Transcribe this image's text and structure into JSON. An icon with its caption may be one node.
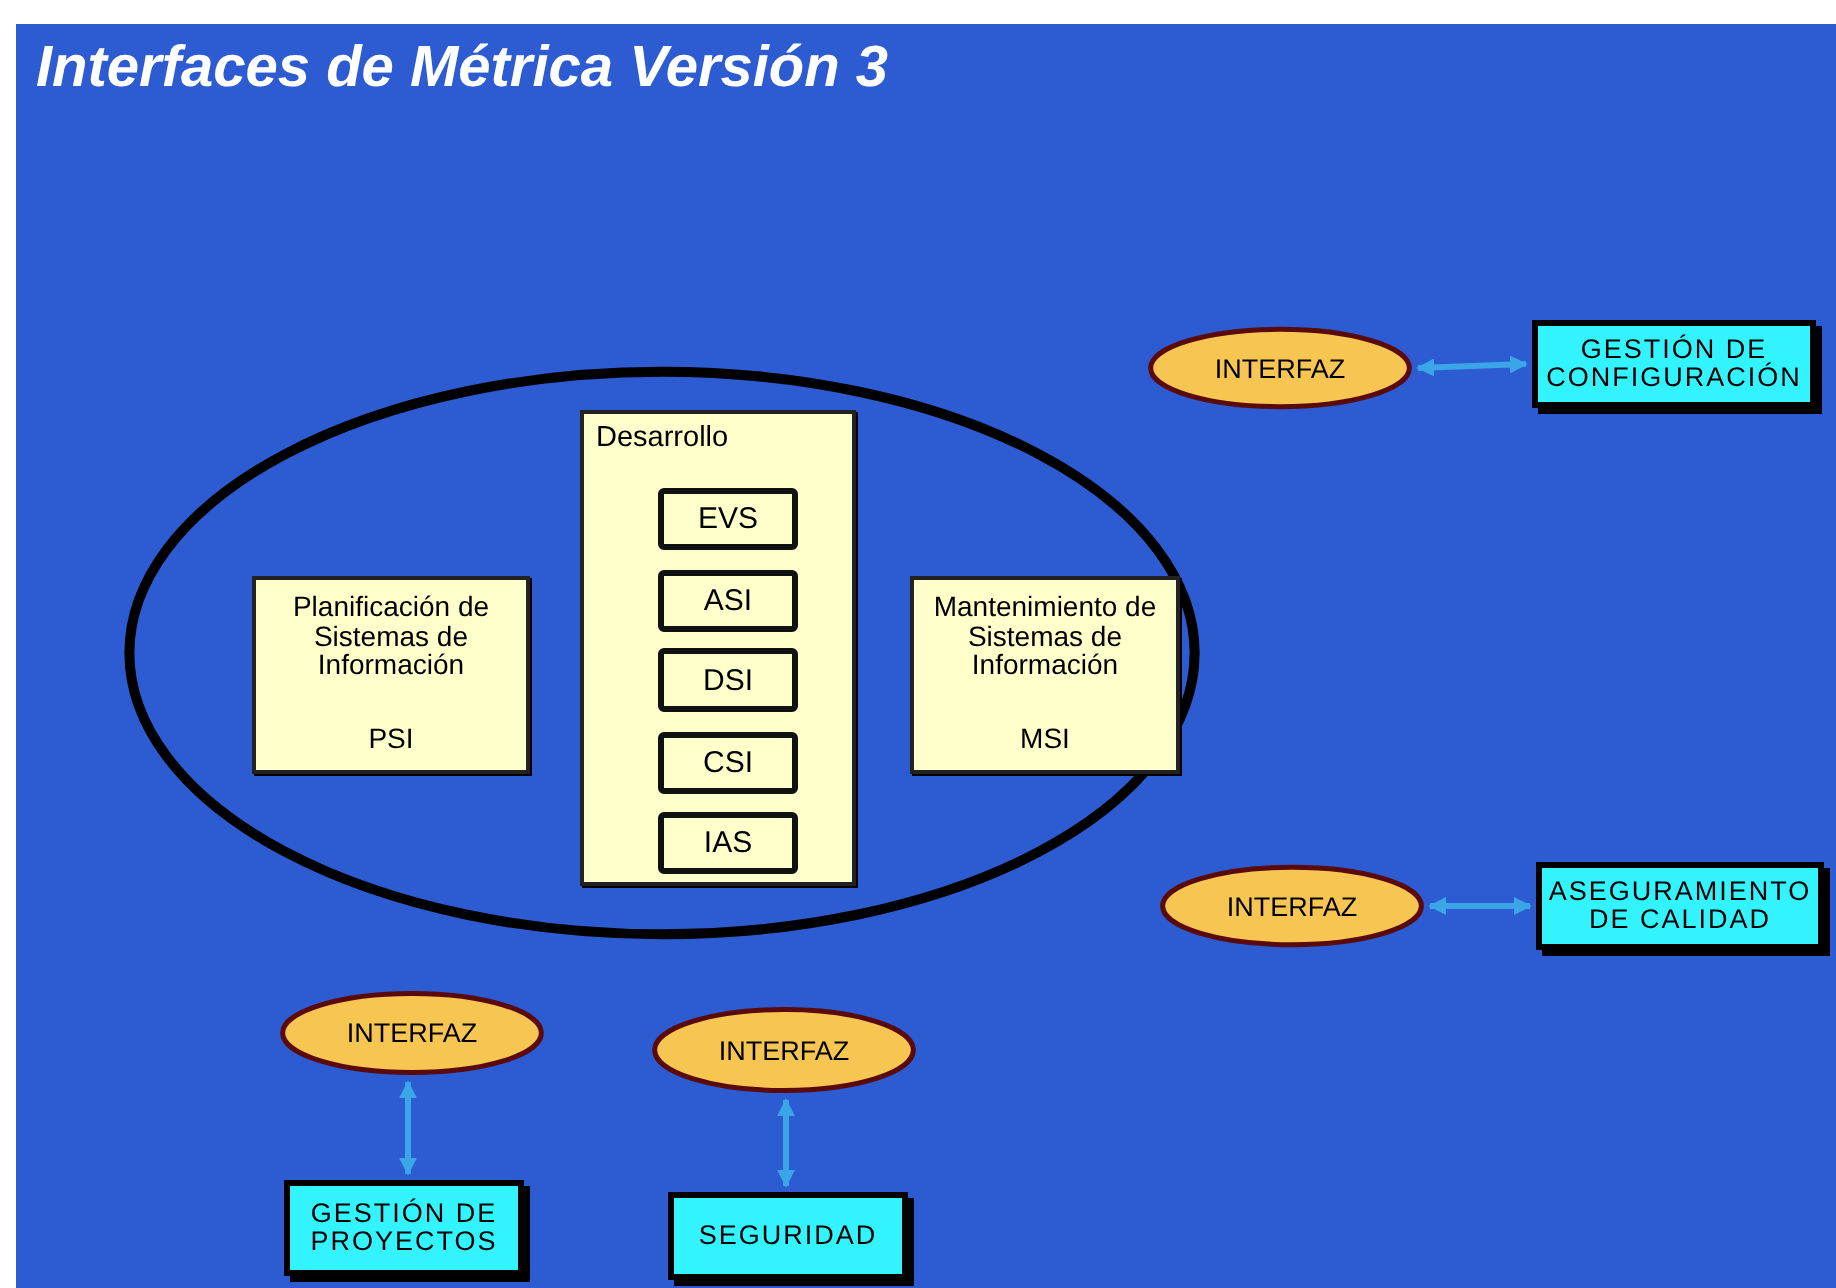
{
  "diagram": {
    "title": "Interfaces de Métrica Versión 3",
    "nodes": [
      {
        "text": [],
        "shape": "ellipse"
      },
      {
        "text": [
          "Planificación de Sistemas de Información",
          "PSI"
        ],
        "in": 0
      },
      {
        "text": [
          "Desarrollo"
        ],
        "in": 0
      },
      {
        "text": [
          "EVS"
        ],
        "in": 2
      },
      {
        "text": [
          "ASI"
        ],
        "in": 2
      },
      {
        "text": [
          "DSI"
        ],
        "in": 2
      },
      {
        "text": [
          "CSI"
        ],
        "in": 2
      },
      {
        "text": [
          "IAS"
        ],
        "in": 2
      },
      {
        "text": [
          "Mantenimiento de Sistemas de Información",
          "MSI"
        ],
        "in": 0
      },
      {
        "text": [
          "INTERFAZ"
        ]
      },
      {
        "text": [
          "GESTIÓN DE CONFIGURACIÓN"
        ]
      },
      {
        "text": [
          "INTERFAZ"
        ]
      },
      {
        "text": [
          "ASEGURAMIENTO DE CALIDAD"
        ]
      },
      {
        "text": [
          "INTERFAZ"
        ]
      },
      {
        "text": [
          "INTERFAZ"
        ]
      },
      {
        "text": [
          "GESTIÓN DE PROYECTOS"
        ]
      },
      {
        "text": [
          "SEGURIDAD"
        ]
      }
    ],
    "edges": [
      {
        "from": 9,
        "to": 10,
        "arrow": "both"
      },
      {
        "from": 11,
        "to": 12,
        "arrow": "both"
      },
      {
        "from": 13,
        "to": 15,
        "arrow": "both"
      },
      {
        "from": 14,
        "to": 16,
        "arrow": "both"
      }
    ]
  }
}
